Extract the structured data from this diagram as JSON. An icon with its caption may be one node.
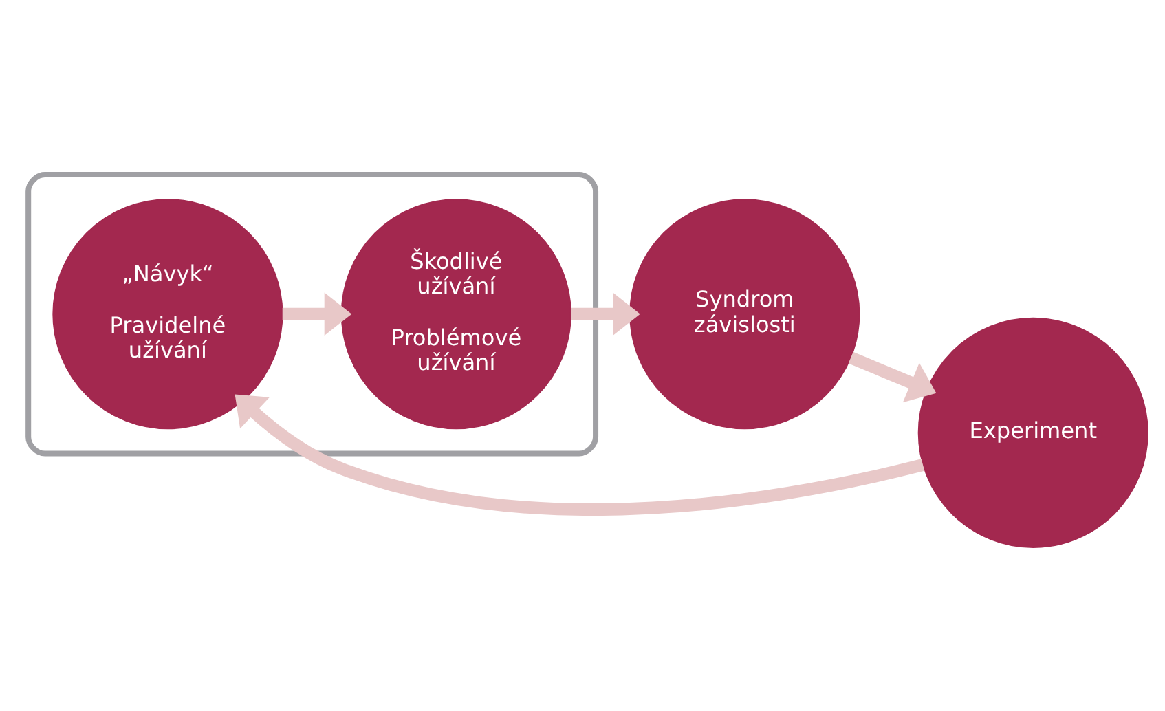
{
  "diagram": {
    "nodes": [
      {
        "text": [
          "Experiment"
        ]
      },
      {
        "text": [
          "Syndrom závislosti"
        ]
      },
      {
        "text": [],
        "shape": "ellipse"
      },
      {
        "text": [
          "„Návyk“",
          "Pravidelné užívání"
        ],
        "in": 2
      },
      {
        "text": [
          "Škodlivé užívání",
          "Problémové užívání"
        ],
        "in": 2
      }
    ],
    "edges": [
      {
        "from": 1,
        "to": 0,
        "arrow": "to"
      },
      {
        "from": 0,
        "to": 3,
        "arrow": "to"
      },
      {
        "from": 3,
        "to": 4,
        "arrow": "to"
      },
      {
        "from": 4,
        "to": 1,
        "arrow": "to"
      }
    ]
  }
}
